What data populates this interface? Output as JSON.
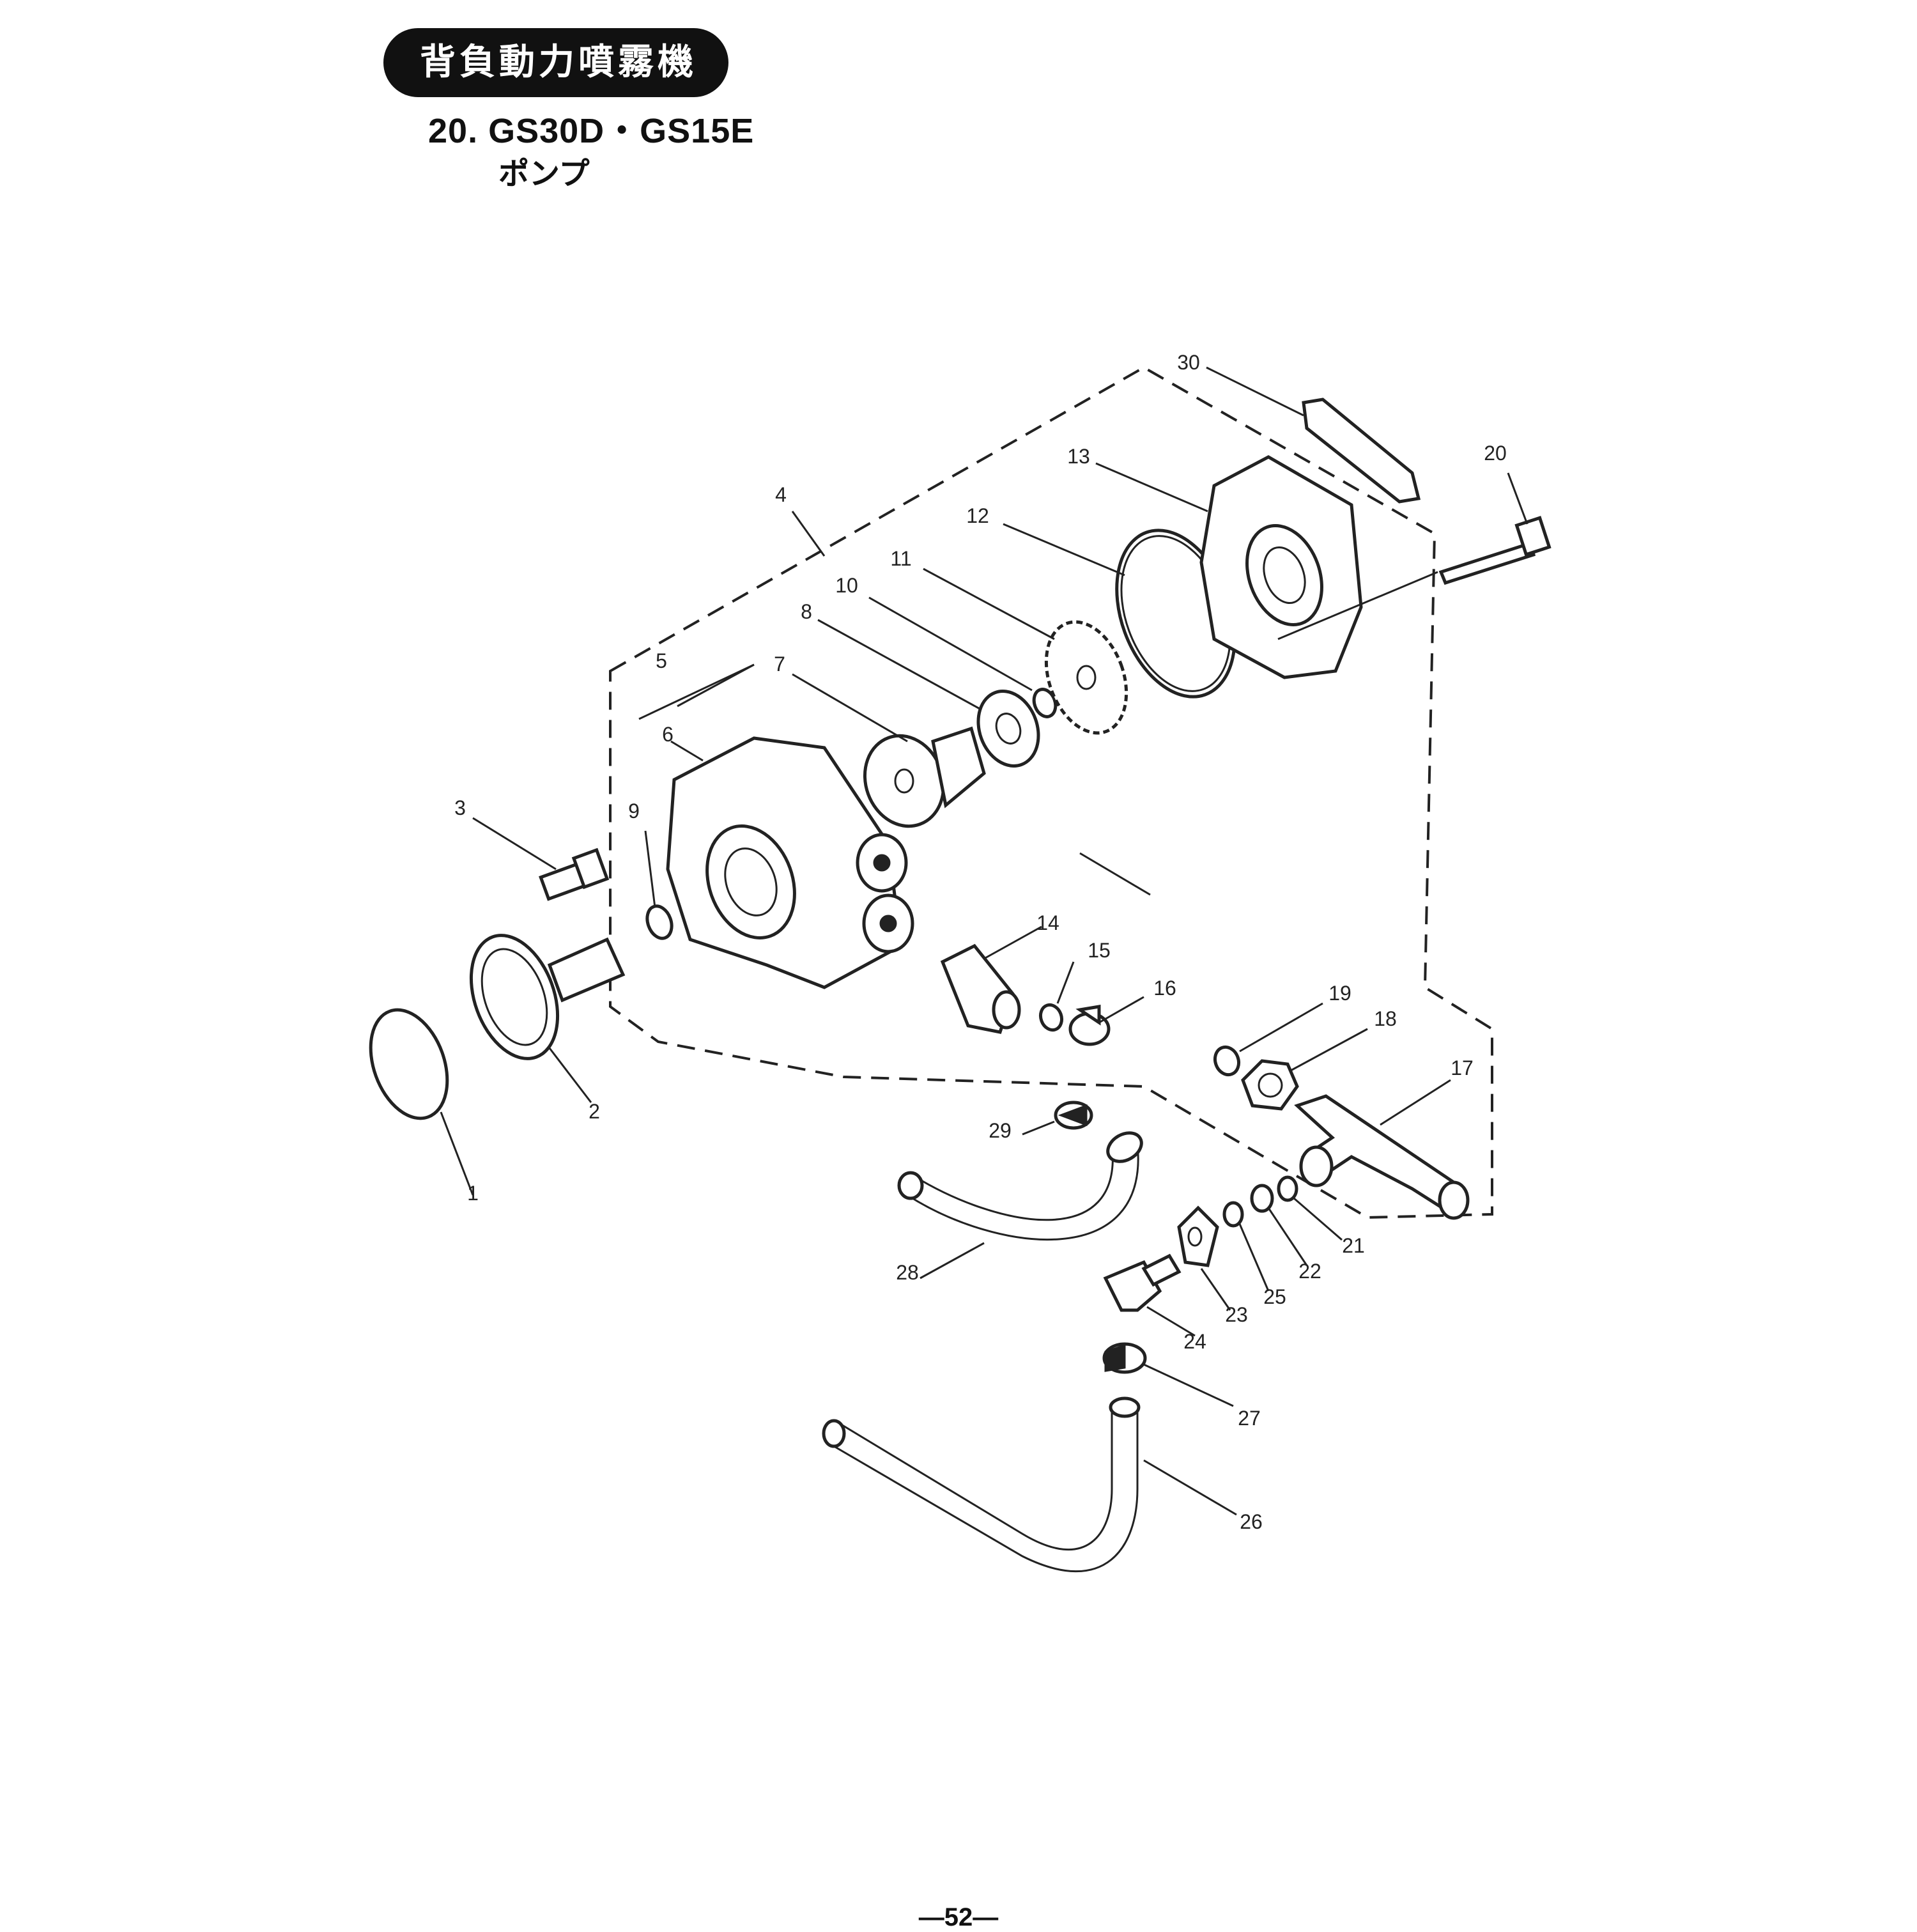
{
  "header": {
    "category": "背負動力噴霧機",
    "model": "20. GS30D・GS15E",
    "subtitle": "ポンプ"
  },
  "diagram": {
    "part_labels": [
      "1",
      "2",
      "3",
      "4",
      "5",
      "6",
      "7",
      "8",
      "9",
      "10",
      "11",
      "12",
      "13",
      "14",
      "15",
      "16",
      "17",
      "18",
      "19",
      "20",
      "21",
      "22",
      "23",
      "24",
      "25",
      "26",
      "27",
      "28",
      "29",
      "30"
    ]
  },
  "footer": {
    "page_number": "—52—"
  }
}
